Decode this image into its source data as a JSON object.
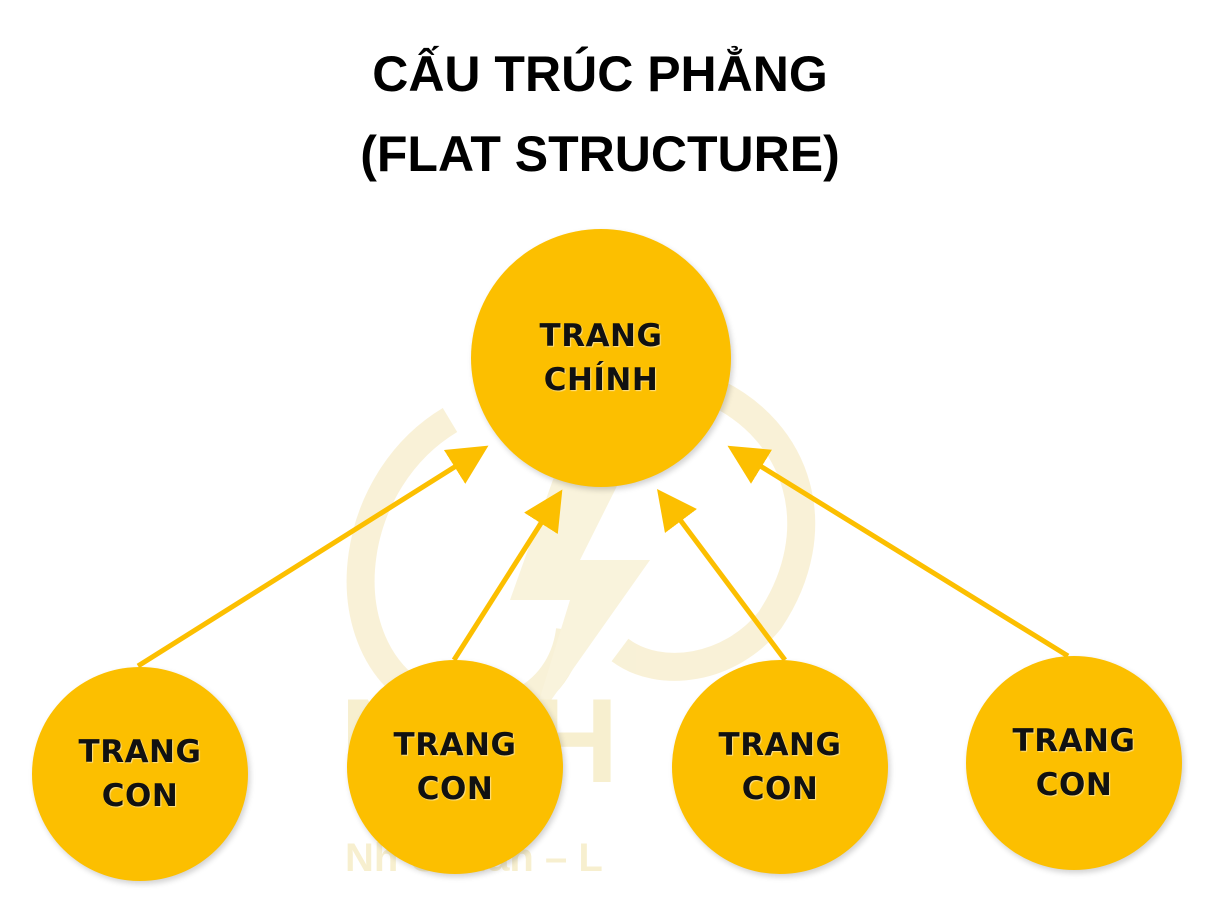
{
  "title": {
    "line1": "CẤU TRÚC PHẲNG",
    "line2": "(FLAT STRUCTURE)"
  },
  "colors": {
    "node_fill": "#fcbf00",
    "arrow": "#fcbf00",
    "text": "#111111",
    "watermark": "#f7efcf"
  },
  "watermark": {
    "letters": "NGH",
    "slogan": "Nh    Chuẩn –  L"
  },
  "main_node": {
    "line1": "TRANG",
    "line2": "CHÍNH"
  },
  "child_nodes": [
    {
      "line1": "TRANG",
      "line2": "CON"
    },
    {
      "line1": "TRANG",
      "line2": "CON"
    },
    {
      "line1": "TRANG",
      "line2": "CON"
    },
    {
      "line1": "TRANG",
      "line2": "CON"
    }
  ]
}
